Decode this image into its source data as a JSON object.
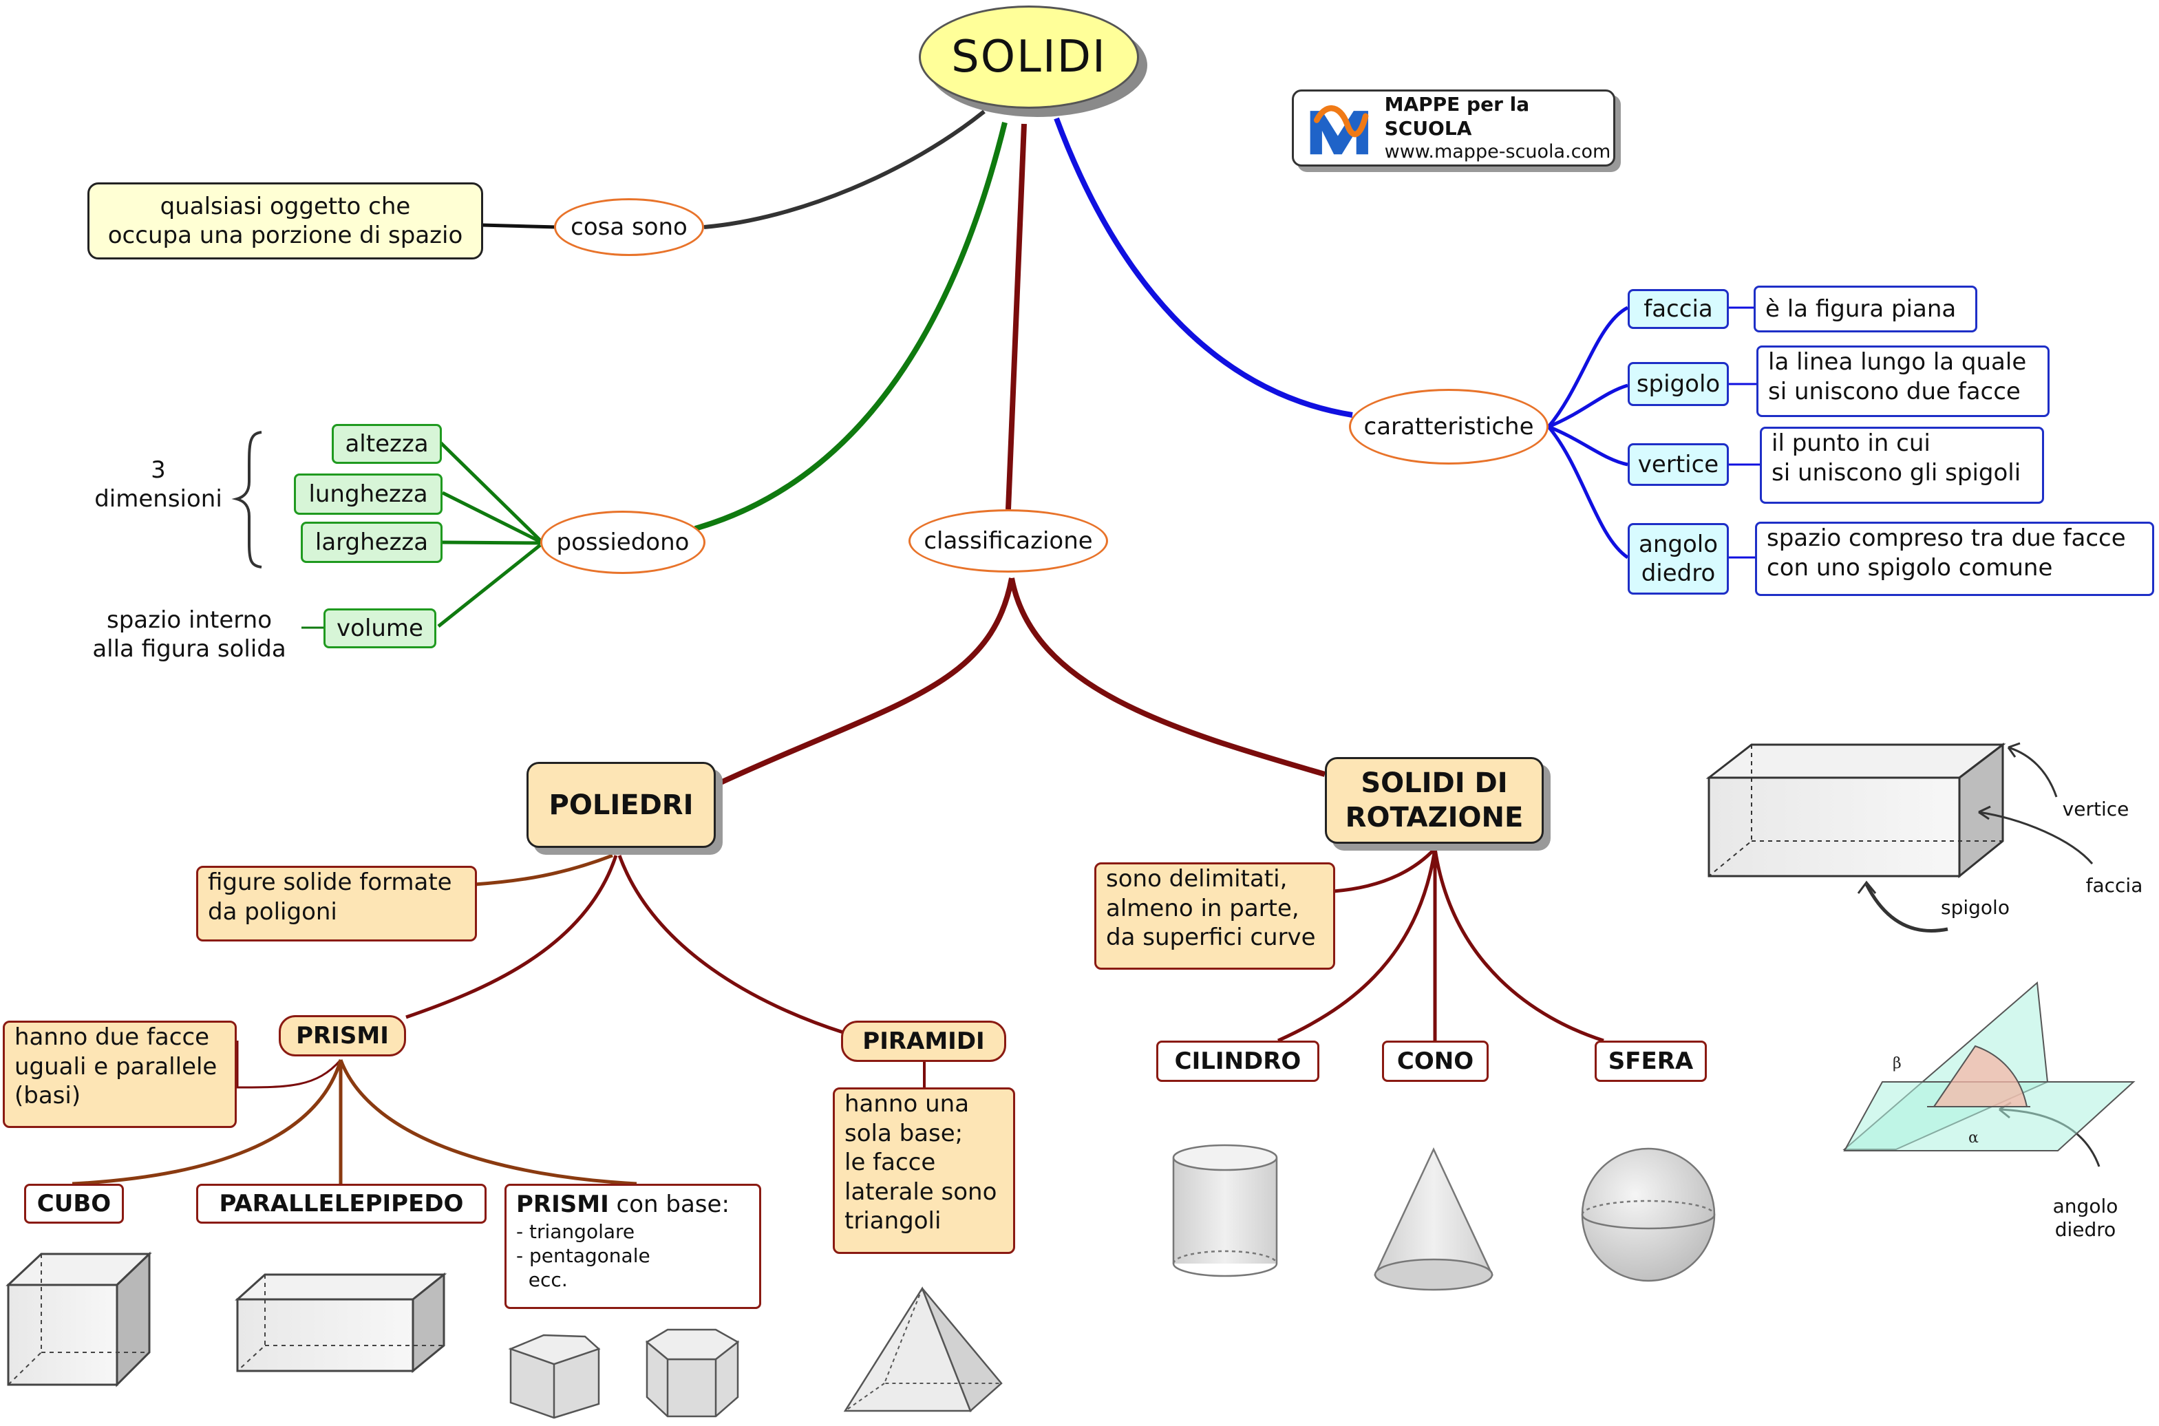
{
  "root": {
    "title": "SOLIDI"
  },
  "logo": {
    "line1": "MAPPE per la SCUOLA",
    "line2": "www.mappe-scuola.com"
  },
  "cosa_sono": {
    "label": "cosa sono",
    "definition_line1": "qualsiasi oggetto che",
    "definition_line2": "occupa una porzione di spazio"
  },
  "possiedono": {
    "label": "possiedono",
    "items": [
      "altezza",
      "lunghezza",
      "larghezza",
      "volume"
    ],
    "dimensions_line1": "3",
    "dimensions_line2": "dimensioni",
    "volume_note_line1": "spazio interno",
    "volume_note_line2": "alla figura solida"
  },
  "classificazione": {
    "label": "classificazione"
  },
  "caratteristiche": {
    "label": "caratteristiche",
    "items": [
      {
        "term_line1": "faccia",
        "term_line2": "",
        "desc_line1": "è la figura piana",
        "desc_line2": ""
      },
      {
        "term_line1": "spigolo",
        "term_line2": "",
        "desc_line1": "la linea lungo la quale",
        "desc_line2": "si uniscono due facce"
      },
      {
        "term_line1": "vertice",
        "term_line2": "",
        "desc_line1": "il punto in cui",
        "desc_line2": "si uniscono gli spigoli"
      },
      {
        "term_line1": "angolo",
        "term_line2": "diedro",
        "desc_line1": "spazio compreso tra due facce",
        "desc_line2": "con uno spigolo comune"
      }
    ]
  },
  "poliedri": {
    "label": "POLIEDRI",
    "desc_line1": "figure solide formate",
    "desc_line2": "da poligoni",
    "prismi": {
      "label": "PRISMI",
      "desc_line1": "hanno due facce",
      "desc_line2": "uguali e parallele",
      "desc_line3": "(basi)",
      "cubo": "CUBO",
      "parallelepipedo": "PARALLELEPIPEDO",
      "con_base_bold": "PRISMI",
      "con_base_rest": " con base:",
      "con_base_items": [
        "- triangolare",
        "- pentagonale",
        "  ecc."
      ]
    },
    "piramidi": {
      "label": "PIRAMIDI",
      "desc_line1": "hanno una",
      "desc_line2": "sola base;",
      "desc_line3": "le facce",
      "desc_line4": "laterale sono",
      "desc_line5": "triangoli"
    }
  },
  "rotazione": {
    "label_line1": "SOLIDI DI",
    "label_line2": "ROTAZIONE",
    "desc_line1": "sono delimitati,",
    "desc_line2": "almeno in parte,",
    "desc_line3": "da superfici curve",
    "cilindro": "CILINDRO",
    "cono": "CONO",
    "sfera": "SFERA"
  },
  "illustration": {
    "vertice": "vertice",
    "faccia": "faccia",
    "spigolo": "spigolo",
    "angolo_line1": "angolo",
    "angolo_line2": "diedro",
    "beta": "β",
    "alpha": "α"
  },
  "colors": {
    "black_branch": "#333333",
    "green_branch": "#0f7a0f",
    "maroon_branch": "#7a0c0c",
    "blue_branch": "#1010e0",
    "brown_branch": "#8a3a10",
    "ellipse_border": "#e8732a"
  }
}
